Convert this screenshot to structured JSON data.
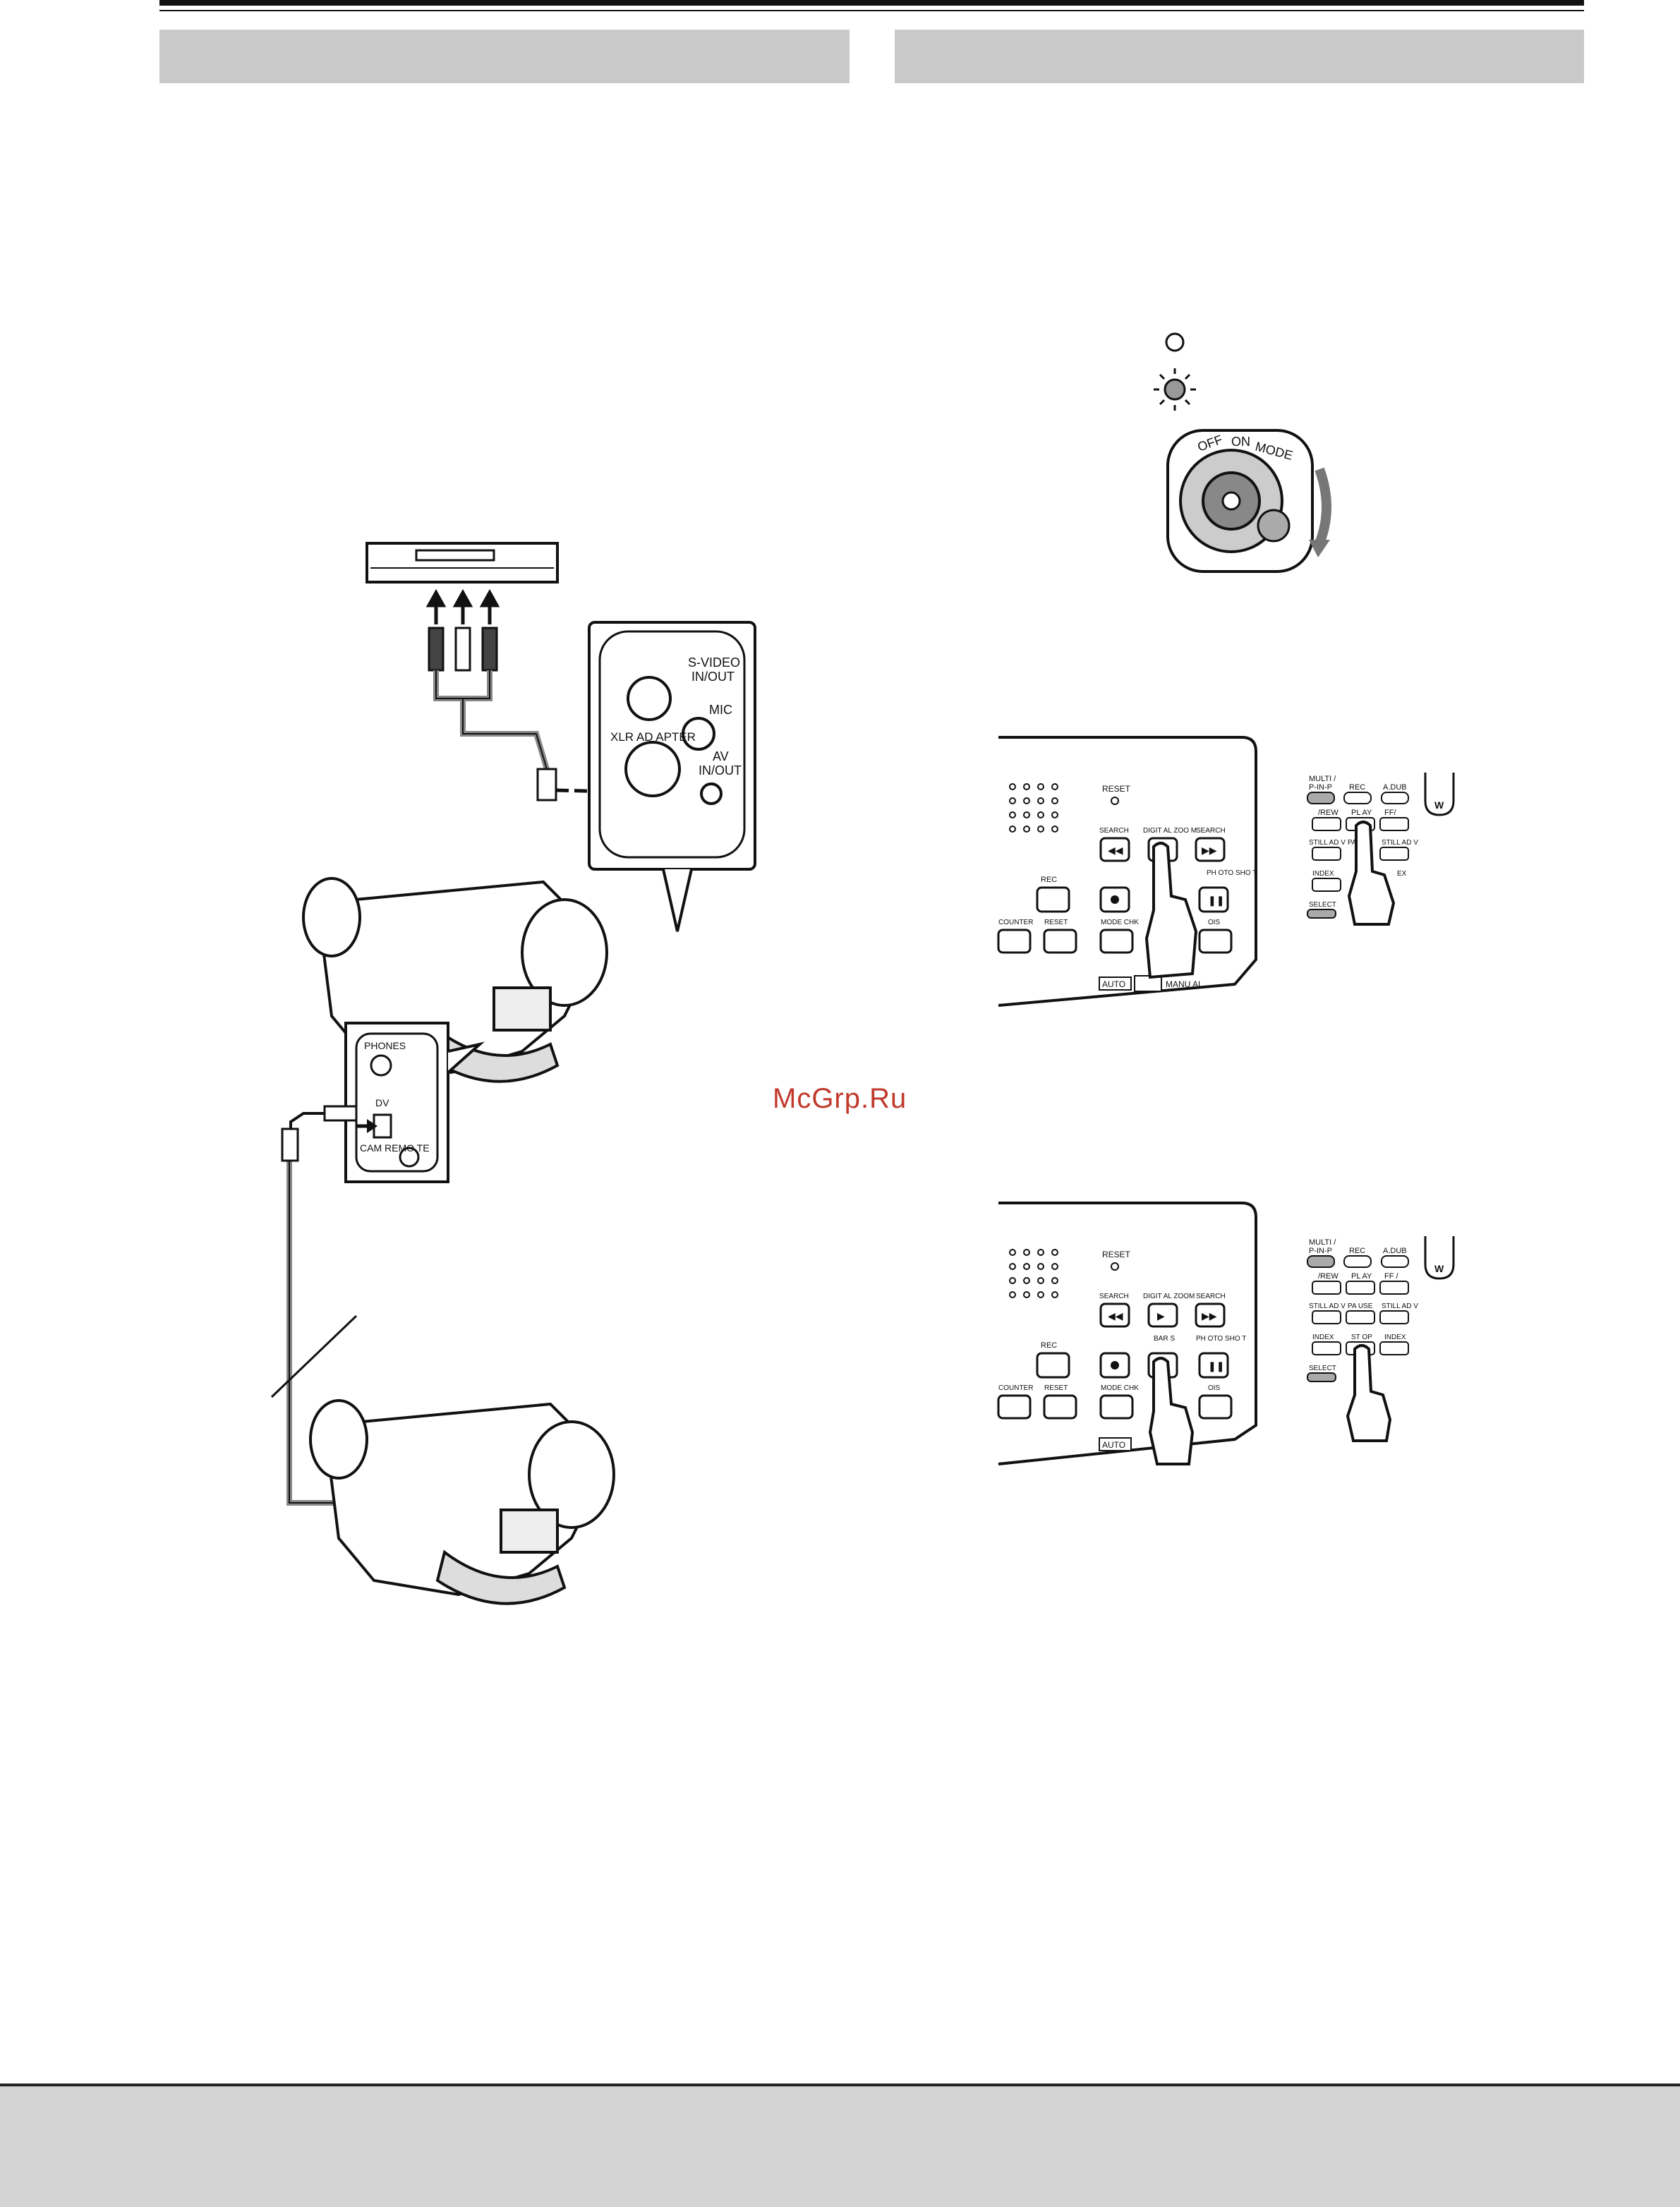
{
  "watermark": "McGrp.Ru",
  "jack_panel": {
    "svideo": "S-VIDEO",
    "svideo_inout": "IN/OUT",
    "mic": "MIC",
    "xlr": "XLR AD   APTER",
    "av": "AV",
    "av_inout": "IN/OUT"
  },
  "side_panel": {
    "phones": "PHONES",
    "dv": "DV",
    "cam_remote": "CAM REMO   TE"
  },
  "power_dial": {
    "off": "OFF",
    "on": "ON",
    "mode": "MODE"
  },
  "control_panel_1": {
    "reset": "RESET",
    "search_minus": "SEARCH",
    "digital_zoom": "DIGIT AL ZOO M",
    "search_plus": "SEARCH",
    "rec": "REC",
    "photo_shot": "PH OTO  SHO T",
    "counter": "COUNTER",
    "counter_reset": "RESET",
    "mode_chk": "MODE CHK",
    "ois": "OIS",
    "auto": "AUTO",
    "manual": "MANU AL"
  },
  "remote_1": {
    "multi": "MULTI /",
    "pinp": "P-IN-P",
    "rec": "REC",
    "adub": "A.DUB",
    "rew": "/REW",
    "play": "PL AY",
    "ff": "FF/",
    "still_adv_l": "STILL AD  V",
    "pause": "PA USE",
    "still_adv_r": "STILL AD  V",
    "index_l": "INDEX",
    "index_r": "EX",
    "select": "SELECT",
    "w": "W"
  },
  "control_panel_2": {
    "reset": "RESET",
    "search_minus": "SEARCH",
    "digital_zoom": "DIGIT AL ZOOM",
    "search_plus": "SEARCH",
    "rec": "REC",
    "bars": "BAR S",
    "photo_shot": "PH OTO  SHO T",
    "counter": "COUNTER",
    "counter_reset": "RESET",
    "mode_chk": "MODE CHK",
    "ois": "OIS",
    "auto": "AUTO"
  },
  "remote_2": {
    "multi": "MULTI /",
    "pinp": "P-IN-P",
    "rec": "REC",
    "adub": "A.DUB",
    "rew": "/REW",
    "play": "PL AY",
    "ff": "FF /",
    "still_adv_l": "STILL AD  V",
    "pause": "PA USE",
    "still_adv_r": "STILL AD  V",
    "index_l": "INDEX",
    "stop": "ST OP",
    "index_r": "INDEX",
    "select": "SELECT",
    "w": "W"
  }
}
